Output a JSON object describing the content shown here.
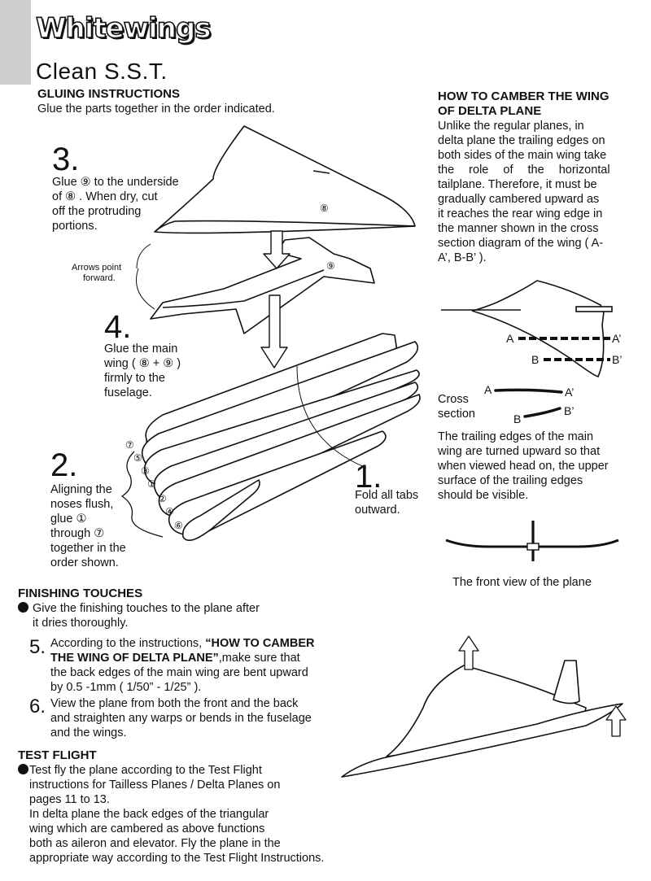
{
  "brand": "Whitewings",
  "model_title": "Clean S.S.T.",
  "gluing": {
    "heading": "GLUING INSTRUCTIONS",
    "intro": "Glue the parts together in the order indicated."
  },
  "step3": {
    "number": "3.",
    "lines": [
      "Glue ⑨ to the underside",
      "of ⑧ .  When dry, cut",
      "off the protruding",
      "portions."
    ]
  },
  "arrows_note": [
    "Arrows point",
    "forward."
  ],
  "step4": {
    "number": "4.",
    "lines": [
      "Glue the main",
      "wing ( ⑧ + ⑨ )",
      "firmly to the",
      "fuselage."
    ]
  },
  "step2": {
    "number": "2.",
    "lines": [
      "Aligning the",
      "noses flush,",
      "glue ①",
      "through ⑦",
      "together in the",
      "order shown."
    ]
  },
  "step1": {
    "number": "1.",
    "lines": [
      "Fold all tabs",
      "outward."
    ]
  },
  "part_labels": {
    "wing": "⑧",
    "tailplane": "⑨",
    "fuselage": [
      "⑦",
      "⑤",
      "③",
      "①",
      "②",
      "④",
      "⑥"
    ]
  },
  "camber": {
    "heading": [
      "HOW TO CAMBER THE WING",
      "OF DELTA  PLANE"
    ],
    "lines": [
      "Unlike the regular planes, in",
      "delta plane the trailing edges on",
      "both sides of the main wing take",
      "the role of the horizontal",
      "tailplane. Therefore, it must be",
      "gradually cambered upward as",
      "it reaches the rear wing edge in",
      "the manner shown in the cross",
      "section diagram of the wing ( A-",
      "A’, B-B’ )."
    ],
    "label_a": "A",
    "label_a2": "A’",
    "label_b": "B",
    "label_b2": "B’",
    "cross_section": [
      "Cross",
      "section"
    ],
    "trailing_lines": [
      "The trailing edges of the main",
      "wing are turned upward so that",
      "when viewed head on, the upper",
      "surface of the trailing edges",
      "should be visible."
    ],
    "front_view_caption": "The front view of the plane"
  },
  "finishing": {
    "heading": "FINISHING TOUCHES",
    "bullet": [
      "Give the finishing touches to the plane after",
      "it dries thoroughly."
    ],
    "step5_number": "5.",
    "step5_lead": "According to the instructions, ",
    "step5_bold": [
      "“HOW TO CAMBER",
      "THE WING OF DELTA PLANE”"
    ],
    "step5_rest": [
      ",make sure that",
      "the back edges of the main wing are bent upward",
      "by 0.5 -1mm ( 1/50” - 1/25” )."
    ],
    "step6_number": "6.",
    "step6_lines": [
      "View the plane from both the front and the back",
      "and straighten any warps or bends in the fuselage",
      "and the wings."
    ]
  },
  "test_flight": {
    "heading": "TEST FLIGHT",
    "lines": [
      "Test fly the plane according to the Test Flight",
      "instructions for Tailless Planes / Delta Planes on",
      "pages 11 to 13.",
      "In delta plane the back edges of the triangular",
      "wing which are cambered as above functions",
      "both as aileron and elevator. Fly the plane in the",
      "appropriate way according to the Test Flight Instructions."
    ]
  }
}
